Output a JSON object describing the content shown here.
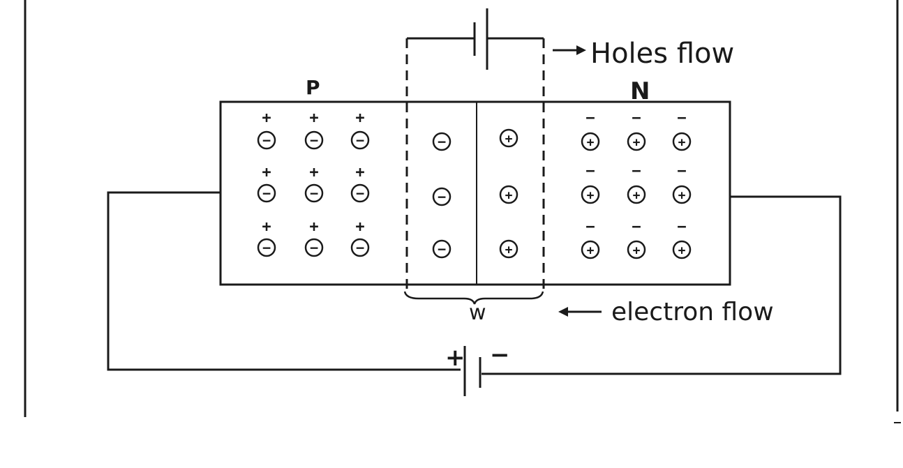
{
  "labels": {
    "p_region": "P",
    "n_region": "N",
    "holes_flow": "Holes flow",
    "electron_flow": "electron flow",
    "depletion_width": "w",
    "battery_plus": "+",
    "battery_minus": "−"
  },
  "symbols": {
    "acceptor_ion": "−",
    "hole": "+",
    "donor_ion": "+",
    "electron": "−"
  },
  "counts": {
    "p_rows": 3,
    "p_cols": 3,
    "depletion_rows": 3,
    "n_rows": 3,
    "n_cols": 3
  },
  "colors": {
    "ink": "#1a1a1a",
    "background": "#ffffff"
  }
}
